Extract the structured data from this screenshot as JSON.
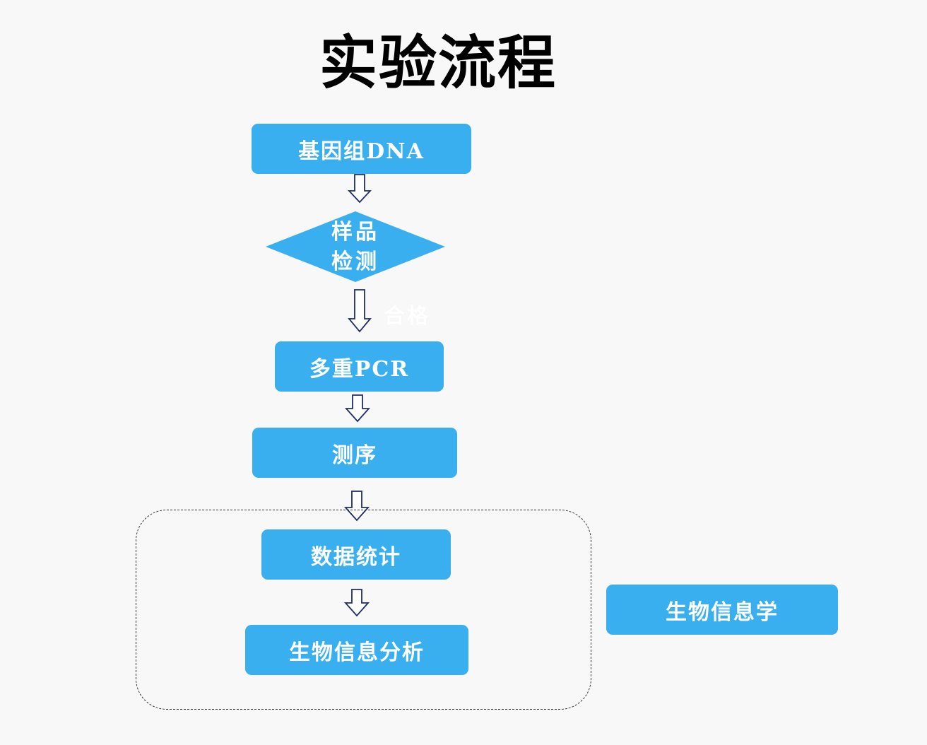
{
  "title": "实验流程",
  "nodes": {
    "genomic_dna": "基因组DNA",
    "sample_check_line1": "样品",
    "sample_check_line2": "检测",
    "multiplex_pcr": "多重PCR",
    "sequencing": "测序",
    "data_stats": "数据统计",
    "bioinfo_analysis": "生物信息分析",
    "bioinformatics": "生物信息学"
  },
  "edge_labels": {
    "pass": "合格"
  },
  "colors": {
    "node_fill": "#3aaff0",
    "arrow_stroke": "#1f2d6b",
    "background": "#f8f8f8"
  }
}
